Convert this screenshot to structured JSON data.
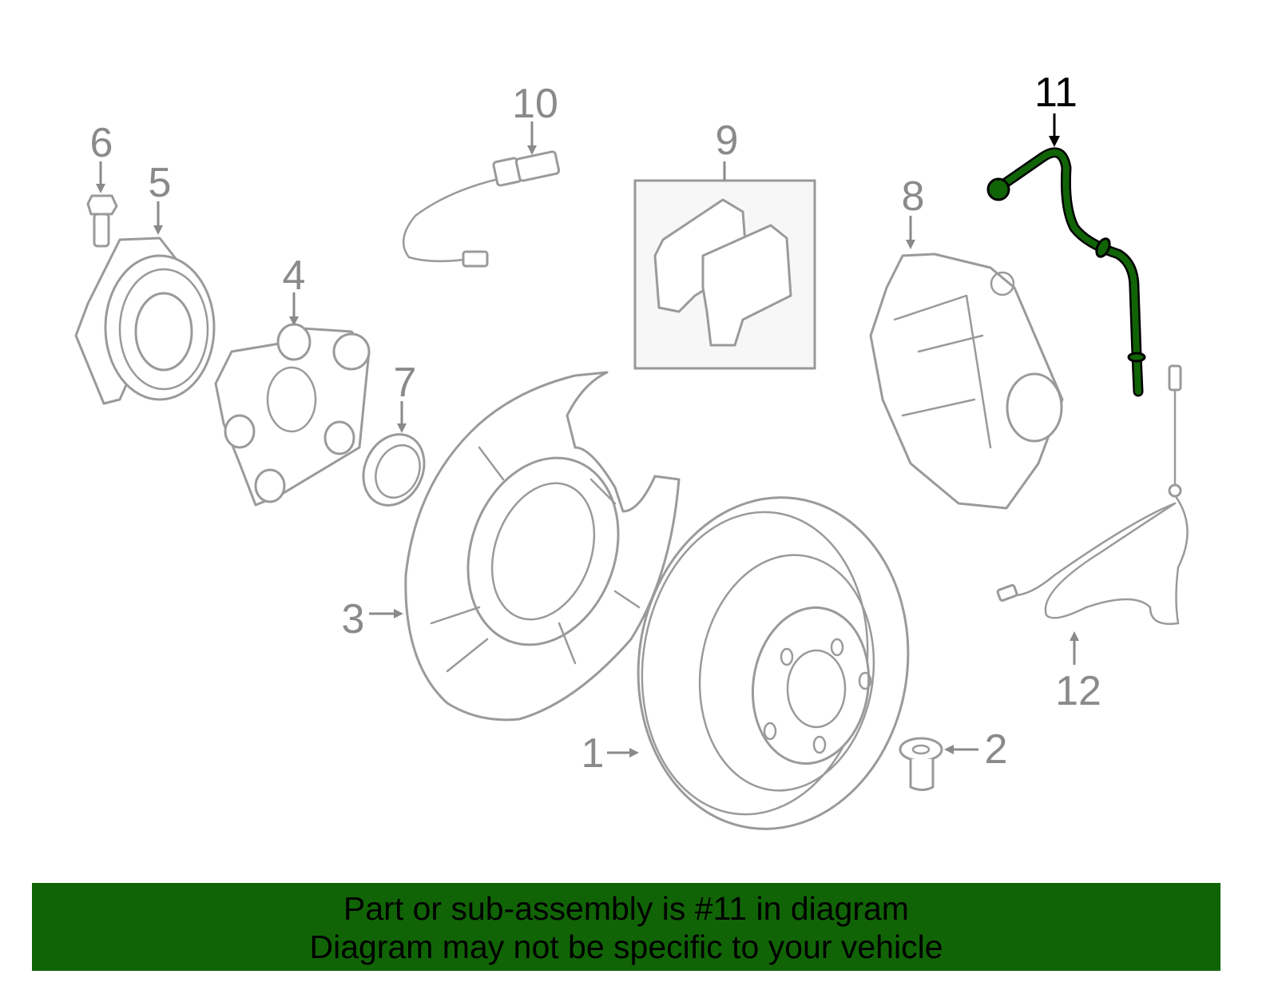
{
  "callouts": {
    "c1": "1",
    "c2": "2",
    "c3": "3",
    "c4": "4",
    "c5": "5",
    "c6": "6",
    "c7": "7",
    "c8": "8",
    "c9": "9",
    "c10": "10",
    "c11": "11",
    "c12": "12"
  },
  "highlight": {
    "part_number": "11",
    "color": "#116406"
  },
  "banner": {
    "line1": "Part or sub-assembly is #11 in diagram",
    "line2": "Diagram may not be specific to your vehicle",
    "background": "#116406"
  }
}
